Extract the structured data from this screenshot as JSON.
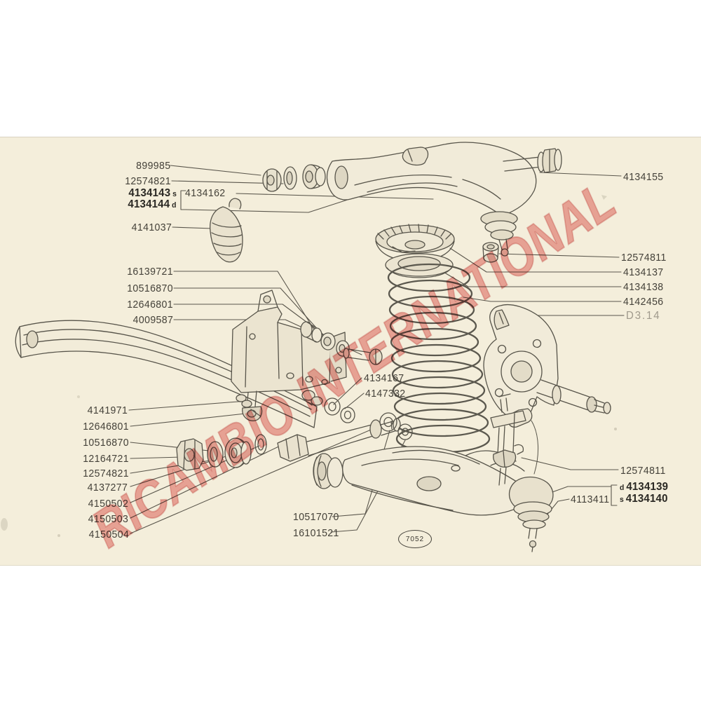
{
  "colors": {
    "paper": "#f4eedb",
    "ink": "#55524a",
    "watermark": "#e45c58"
  },
  "watermark": {
    "text": "RICAMBIO INTERNATIONAL"
  },
  "badge": {
    "text": "7052"
  },
  "part_labels": [
    {
      "text": "899985"
    },
    {
      "text": "12574821"
    },
    {
      "text": "4134143",
      "suffix": "s"
    },
    {
      "text": "4134144",
      "suffix": "d"
    },
    {
      "text": "4134162"
    },
    {
      "text": "4141037"
    },
    {
      "text": "16139721"
    },
    {
      "text": "10516870"
    },
    {
      "text": "12646801"
    },
    {
      "text": "4009587"
    },
    {
      "text": "4141971"
    },
    {
      "text": "12646801"
    },
    {
      "text": "10516870"
    },
    {
      "text": "12164721"
    },
    {
      "text": "12574821"
    },
    {
      "text": "4137277"
    },
    {
      "text": "4150502"
    },
    {
      "text": "4150503"
    },
    {
      "text": "4150504"
    },
    {
      "text": "4134167"
    },
    {
      "text": "4147332"
    },
    {
      "text": "10517070"
    },
    {
      "text": "16101521"
    },
    {
      "text": "4134155"
    },
    {
      "text": "12574811"
    },
    {
      "text": "4134137"
    },
    {
      "text": "4134138"
    },
    {
      "text": "4142456"
    },
    {
      "text": "D3.14"
    },
    {
      "text": "12574811"
    },
    {
      "text": "4134139",
      "prefix": "d"
    },
    {
      "text": "4134140",
      "prefix": "s"
    },
    {
      "text": "4113411"
    }
  ]
}
